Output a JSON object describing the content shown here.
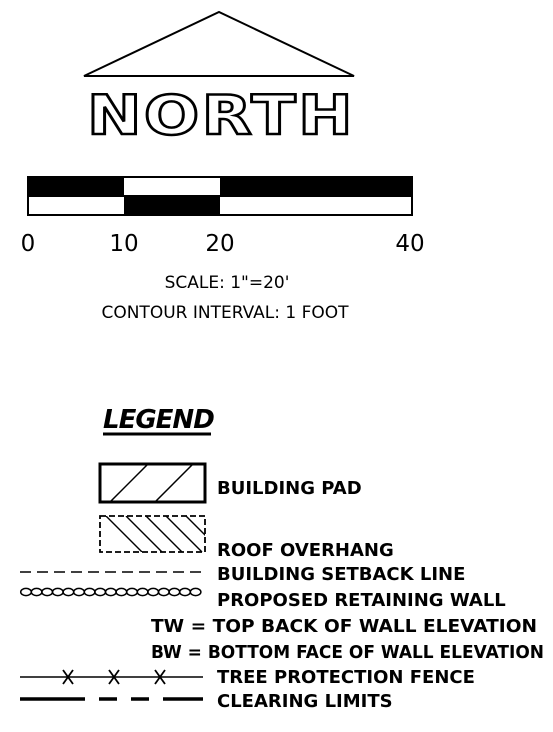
{
  "north_arrow": {
    "label": "NORTH"
  },
  "scale_bar": {
    "ticks": [
      "0",
      "10",
      "20",
      "40"
    ],
    "scale_text": "SCALE: 1\"=20'",
    "contour_text": "CONTOUR INTERVAL: 1 FOOT"
  },
  "legend": {
    "title": "LEGEND",
    "items": [
      {
        "symbol": "hatched-box-solid",
        "label": "BUILDING PAD"
      },
      {
        "symbol": "hatched-box-dashed",
        "label": "ROOF OVERHANG"
      },
      {
        "symbol": "dashed-line",
        "label": "BUILDING SETBACK LINE"
      },
      {
        "symbol": "chain-line",
        "label": "PROPOSED RETAINING WALL"
      },
      {
        "symbol": "none",
        "label": "TW = TOP BACK OF WALL ELEVATION"
      },
      {
        "symbol": "none",
        "label": "BW = BOTTOM FACE OF WALL ELEVATION"
      },
      {
        "symbol": "x-fence-line",
        "label": "TREE PROTECTION FENCE"
      },
      {
        "symbol": "long-dash-line",
        "label": "CLEARING LIMITS"
      }
    ]
  }
}
